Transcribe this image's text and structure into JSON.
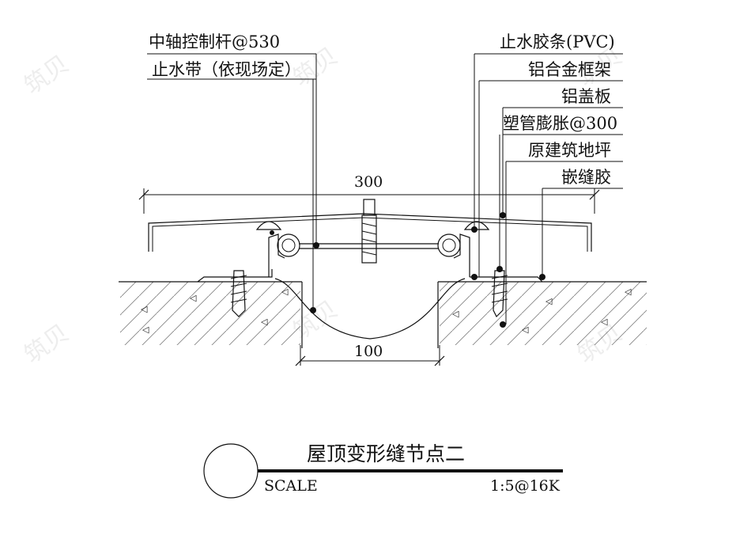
{
  "labels_left": [
    {
      "id": "center-rod",
      "text": "中轴控制杆@530"
    },
    {
      "id": "waterstop-band",
      "text": "止水带（依现场定）"
    }
  ],
  "labels_right": [
    {
      "id": "pvc-strip",
      "text": "止水胶条(PVC)"
    },
    {
      "id": "alloy-frame",
      "text": "铝合金框架"
    },
    {
      "id": "cover-plate",
      "text": "铝盖板"
    },
    {
      "id": "anchor",
      "text": "塑管膨胀@300"
    },
    {
      "id": "floor-base",
      "text": "原建筑地坪"
    },
    {
      "id": "sealant",
      "text": "嵌缝胶"
    }
  ],
  "dimensions": {
    "top": "300",
    "bottom": "100"
  },
  "title_block": {
    "title": "屋顶变形缝节点二",
    "scale_label": "SCALE",
    "scale_value": "1:5@16K"
  },
  "watermark": "筑贝"
}
